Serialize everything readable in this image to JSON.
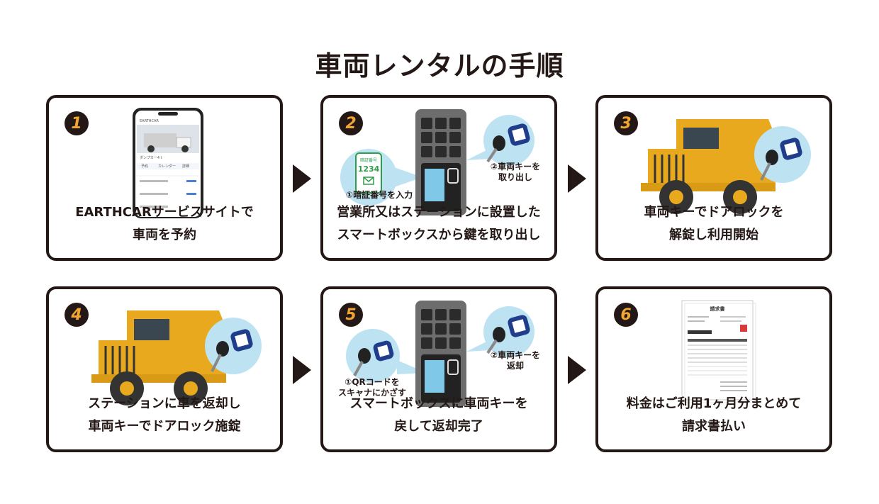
{
  "title": "車両レンタルの手順",
  "steps": [
    {
      "number": "1",
      "caption_line1": "EARTHCARサービスサイトで",
      "caption_line2": "車両を予約",
      "phone": {
        "brand": "EARTHCAR",
        "vehicle_name": "ダンプカー4 t",
        "tabs": [
          "予約",
          "カレンダー",
          "詳細"
        ]
      }
    },
    {
      "number": "2",
      "caption_line1": "営業所又はステーションに設置した",
      "caption_line2": "スマートボックスから鍵を取り出し",
      "label_pin": "①暗証番号を入力",
      "label_key_line1": "②車両キーを",
      "label_key_line2": "取り出し",
      "pin_header": "暗証番号",
      "pin_code": "1234"
    },
    {
      "number": "3",
      "caption_line1": "車両キーでドアロックを",
      "caption_line2": "解錠し利用開始"
    },
    {
      "number": "4",
      "caption_line1": "ステーションに車を返却し",
      "caption_line2": "車両キーでドアロック施錠"
    },
    {
      "number": "5",
      "caption_line1": "スマートボックスに車両キーを",
      "caption_line2": "戻して返却完了",
      "label_qr_line1": "①QRコードを",
      "label_qr_line2": "スキャナにかざす",
      "label_return_line1": "②車両キーを",
      "label_return_line2": "返却"
    },
    {
      "number": "6",
      "caption_line1": "料金はご利用1ヶ月分まとめて",
      "caption_line2": "請求書払い",
      "invoice_title": "請求書"
    }
  ],
  "colors": {
    "text": "#231815",
    "badge_number": "#f2a531",
    "truck": "#e8a91f",
    "bubble": "#bde3f3",
    "qr_tag": "#1f3d8a",
    "box": "#6d6d6d"
  }
}
